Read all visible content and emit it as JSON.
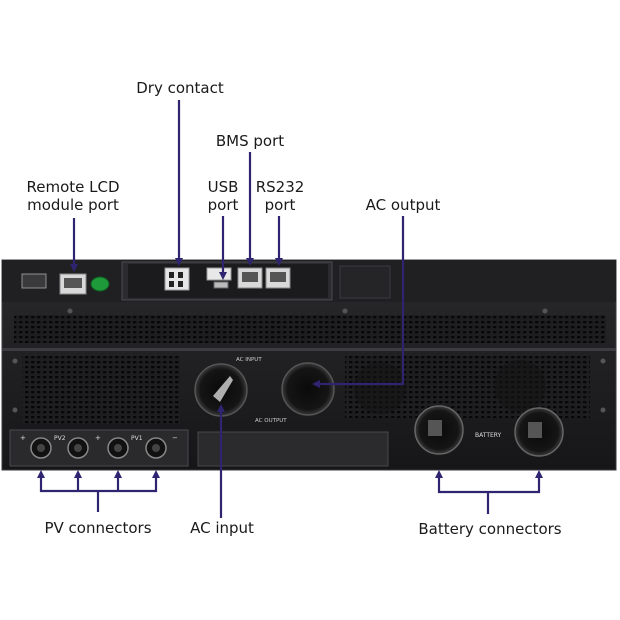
{
  "callouts": {
    "dry_contact": "Dry contact",
    "bms_port": "BMS port",
    "remote_lcd_line1": "Remote LCD",
    "remote_lcd_line2": "module port",
    "usb_line1": "USB",
    "usb_line2": "port",
    "rs232_line1": "RS232",
    "rs232_line2": "port",
    "ac_output": "AC output",
    "pv_connectors": "PV connectors",
    "ac_input": "AC input",
    "battery_connectors": "Battery connectors"
  },
  "panel_print": {
    "ac_input": "AC INPUT",
    "ac_output": "AC OUTPUT",
    "battery": "BATTERY",
    "pv2": "PV2",
    "pv1": "PV1",
    "plus": "+",
    "minus": "−"
  },
  "colors": {
    "leader": "#2e2470",
    "chassis": "#1d1d1f",
    "status_led": "#1f9a3a"
  }
}
